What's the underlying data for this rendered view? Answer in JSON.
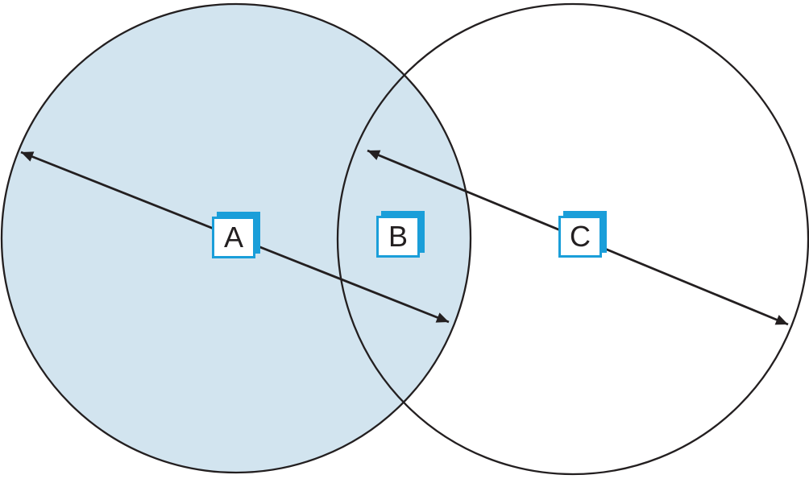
{
  "colors": {
    "page_bg": "#ffffff",
    "region_fill": "#d2e4ef",
    "line_color": "#231f20",
    "label_border": "#1a9ed9",
    "label_bg": "#ffffff",
    "label_text": "#231f20"
  },
  "diagram": {
    "nodes": [
      {
        "label": "A"
      },
      {
        "label": "B"
      },
      {
        "label": "C"
      }
    ]
  }
}
